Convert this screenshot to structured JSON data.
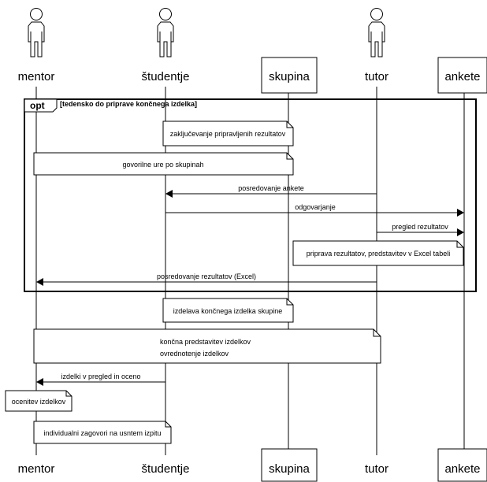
{
  "participants": {
    "mentor": "mentor",
    "studentje": "študentje",
    "skupina": "skupina",
    "tutor": "tutor",
    "ankete": "ankete"
  },
  "opt": {
    "keyword": "opt",
    "guard": "[tedensko do priprave končnega izdelka]"
  },
  "notes": {
    "n1": "zaključevanje pripravljenih rezultatov",
    "n2": "govorilne ure po skupinah",
    "n3": "priprava rezultatov, predstavitev v Excel tabeli",
    "n4": "izdelava končnega izdelka skupine",
    "n5_line1": "končna predstavitev izdelkov",
    "n5_line2": "ovrednotenje izdelkov",
    "n6": "ocenitev izdelkov",
    "n7": "individualni zagovori na usntem izpitu"
  },
  "messages": {
    "m1": "posredovanje ankete",
    "m2": "odgovarjanje",
    "m3": "pregled rezultatov",
    "m4": "posredovanje rezultatov (Excel)",
    "m5": "izdelki v pregled in oceno"
  }
}
